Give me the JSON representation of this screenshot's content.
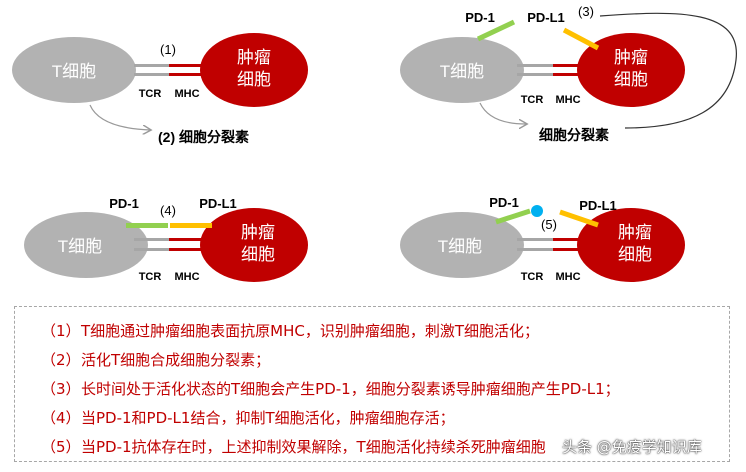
{
  "diagram": {
    "panels": [
      {
        "t_cell": "T细胞",
        "tumor_cell": [
          "肿瘤",
          "细胞"
        ],
        "tcr": "TCR",
        "mhc": "MHC",
        "step": "(1)",
        "cytokine_label": "(2) 细胞分裂素"
      },
      {
        "t_cell": "T细胞",
        "tumor_cell": [
          "肿瘤",
          "细胞"
        ],
        "tcr": "TCR",
        "mhc": "MHC",
        "pd1": "PD-1",
        "pdl1": "PD-L1",
        "step": "(3)",
        "cytokine_label": "细胞分裂素"
      },
      {
        "t_cell": "T细胞",
        "tumor_cell": [
          "肿瘤",
          "细胞"
        ],
        "tcr": "TCR",
        "mhc": "MHC",
        "pd1": "PD-1",
        "pdl1": "PD-L1",
        "step": "(4)"
      },
      {
        "t_cell": "T细胞",
        "tumor_cell": [
          "肿瘤",
          "细胞"
        ],
        "tcr": "TCR",
        "mhc": "MHC",
        "pd1": "PD-1",
        "pdl1": "PD-L1",
        "step": "(5)"
      }
    ],
    "colors": {
      "t_cell": "#b2b2b2",
      "tumor_cell": "#c00000",
      "tcr": "#a6a6a6",
      "mhc": "#c00000",
      "pd1": "#92d050",
      "pdl1": "#ffc000",
      "antibody": "#00b0f0",
      "text_red": "#c00000"
    }
  },
  "legend": [
    {
      "num": "（1）",
      "text": "T细胞通过肿瘤细胞表面抗原MHC，识别肿瘤细胞，刺激T细胞活化；"
    },
    {
      "num": "（2）",
      "text": "活化T细胞合成细胞分裂素；"
    },
    {
      "num": "（3）",
      "text": "长时间处于活化状态的T细胞会产生PD-1，细胞分裂素诱导肿瘤细胞产生PD-L1；"
    },
    {
      "num": "（4）",
      "text": "当PD-1和PD-L1结合，抑制T细胞活化，肿瘤细胞存活；"
    },
    {
      "num": "（5）",
      "text": "当PD-1抗体存在时，上述抑制效果解除，T细胞活化持续杀死肿瘤细胞"
    }
  ],
  "watermark": "头条 @免疫学知识库"
}
